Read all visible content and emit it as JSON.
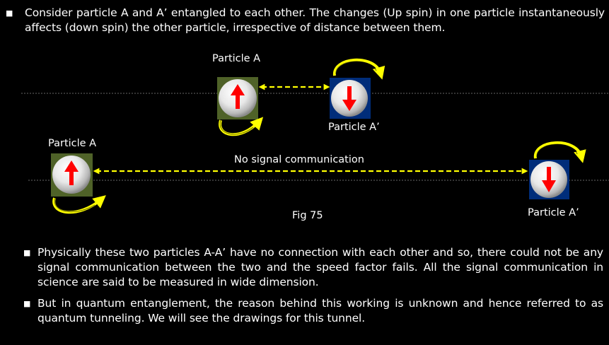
{
  "bullets": [
    {
      "text": "Consider particle A and A’ entangled to each other. The changes (Up spin) in one particle instantaneously  affects (down spin) the other particle, irrespective of distance between them."
    },
    {
      "text": "Physically these two particles A-A’ have no connection with each other and so, there could not be any signal communication between the two and the speed factor fails. All the signal communication in science are said to be measured in wide dimension."
    },
    {
      "text": "But in quantum entanglement, the reason behind this working is unknown and hence referred to as quantum  tunneling. We will see the drawings  for this tunnel."
    }
  ],
  "diagram": {
    "top_pair": {
      "particle_a_label": "Particle A",
      "particle_a_prime_label": "Particle A’"
    },
    "bottom_pair": {
      "particle_a_label": "Particle A",
      "particle_a_prime_label": "Particle A’",
      "link_label": "No signal communication"
    },
    "figure_caption": "Fig 75"
  },
  "colors": {
    "background": "#000000",
    "text": "#ffffff",
    "particle_a_box": "#4f6228",
    "particle_a_prime_box": "#002d7a",
    "arrow_red": "#ff0000",
    "link_dash": "#ffff00",
    "rotation_arrow": "#ffff00",
    "guide_line": "#8c8c8c"
  },
  "icons": [
    "spin-up-arrow-icon",
    "spin-down-arrow-icon",
    "rotation-arrow-icon",
    "double-headed-dashed-arrow-icon"
  ]
}
